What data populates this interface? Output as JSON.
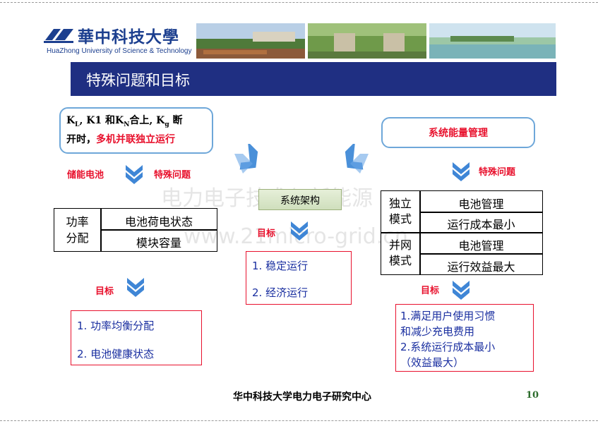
{
  "header": {
    "university_cn": "華中科技大學",
    "university_en": "HuaZhong University of Science & Technology",
    "slide_title": "特殊问题和目标"
  },
  "left_top_box": {
    "line1": "K_L, K1 和K_N合上, K_g 断",
    "line2_black": "开时，",
    "line2_red": "多机并联独立运行"
  },
  "right_top_box": {
    "text": "系统能量管理"
  },
  "labels": {
    "storage": "储能电池",
    "special_left": "特殊问题",
    "special_right": "特殊问题",
    "system": "系统架构",
    "goal_center": "目标",
    "goal_left": "目标",
    "goal_right": "目标"
  },
  "left_table": {
    "header": "功率\n分配",
    "rows": [
      "电池荷电状态",
      "模块容量"
    ]
  },
  "right_table": {
    "groups": [
      {
        "mode": "独立\n模式",
        "rows": [
          "电池管理",
          "运行成本最小"
        ]
      },
      {
        "mode": "并网\n模式",
        "rows": [
          "电池管理",
          "运行效益最大"
        ]
      }
    ]
  },
  "center_goals": [
    "1. 稳定运行",
    "2. 经济运行"
  ],
  "left_goals": [
    "1. 功率均衡分配",
    "2. 电池健康状态"
  ],
  "right_goals": [
    "1.满足用户使用习惯",
    "和减少充电费用",
    "2.系统运行成本最小",
    "（效益最大）"
  ],
  "footer": {
    "org": "华中科技大学电力电子研究中心",
    "page": "10"
  },
  "watermark": {
    "line1": "电力电子技术与新能源",
    "line2": "www.21micro-grid.cn"
  },
  "colors": {
    "title_bar": "#1f2f82",
    "red": "#e8112d",
    "blue_text": "#1a2fa0",
    "arrow": "#4a90d9"
  }
}
